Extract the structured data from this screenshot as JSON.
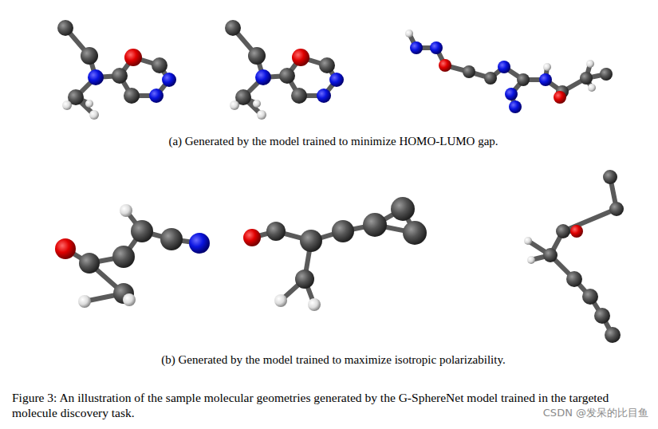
{
  "diagram": {
    "caption": "Figure 3: An illustration of the sample molecular geometries generated by the G-SphereNet model trained in the targeted molecule discovery task.",
    "labels": [
      "(a) Generated by the model trained to minimize HOMO-LUMO gap.",
      "(b) Generated by the model trained to maximize isotropic polarizability.",
      "CSDN @发呆的比目鱼"
    ]
  }
}
